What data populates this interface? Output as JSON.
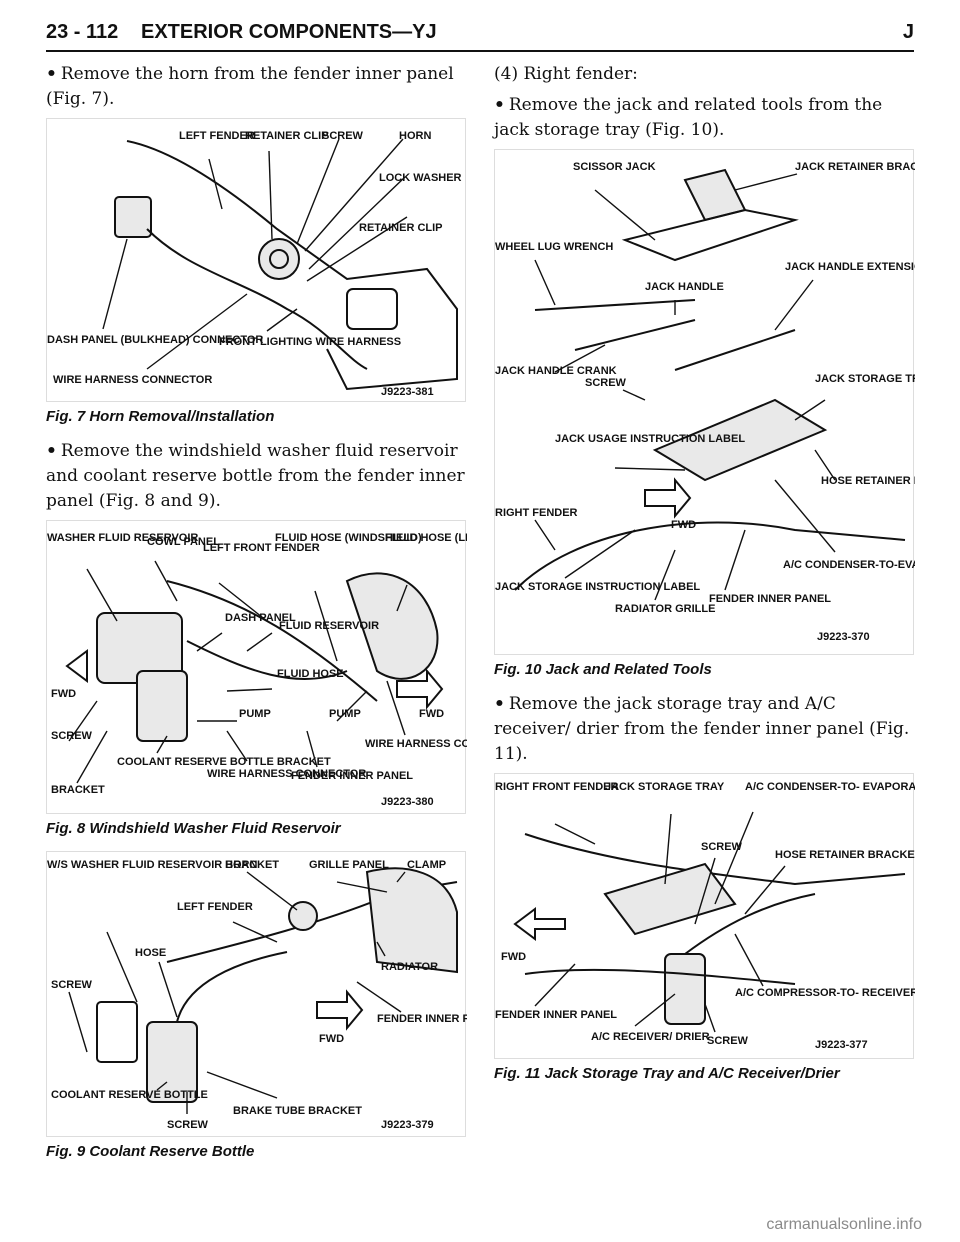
{
  "header": {
    "page_number": "23 - 112",
    "section": "EXTERIOR COMPONENTS—YJ",
    "edition": "J"
  },
  "left": {
    "p1": "Remove the horn from the fender inner panel (Fig. 7).",
    "fig7": {
      "labels": [
        "LEFT FENDER",
        "RETAINER CLIP",
        "SCREW",
        "HORN",
        "LOCK WASHER",
        "RETAINER CLIP",
        "DASH PANEL (BULKHEAD) CONNECTOR",
        "FRONT LIGHTING WIRE HARNESS",
        "WIRE HARNESS CONNECTOR"
      ],
      "code": "J9223-381",
      "caption": "Fig. 7 Horn Removal/Installation"
    },
    "p2": "Remove the windshield washer fluid reservoir and coolant reserve bottle from the fender inner panel (Fig. 8 and 9).",
    "fig8": {
      "labels": [
        "WASHER FLUID RESERVOIR",
        "COWL PANEL",
        "LEFT FRONT FENDER",
        "FLUID HOSE (WINDSHIELD)",
        "FLUID HOSE (LIFTGATE GLASS)",
        "DASH PANEL",
        "FLUID RESERVOIR",
        "FLUID HOSE",
        "FWD",
        "SCREW",
        "PUMP",
        "PUMP",
        "FWD",
        "BRACKET",
        "COOLANT RESERVE BOTTLE BRACKET",
        "WIRE HARNESS CONNECTOR",
        "FENDER INNER PANEL",
        "WIRE HARNESS CONNECTOR"
      ],
      "code": "J9223-380",
      "caption": "Fig. 8 Windshield Washer Fluid Reservoir"
    },
    "fig9": {
      "labels": [
        "W/S WASHER FLUID RESERVOIR BRACKET",
        "HORN",
        "GRILLE PANEL",
        "CLAMP",
        "LEFT FENDER",
        "HOSE",
        "RADIATOR",
        "SCREW",
        "FWD",
        "FENDER INNER PANEL",
        "COOLANT RESERVE BOTTLE",
        "SCREW",
        "BRAKE TUBE BRACKET"
      ],
      "code": "J9223-379",
      "caption": "Fig. 9 Coolant Reserve Bottle"
    }
  },
  "right": {
    "p1": "(4) Right fender:",
    "p2": "Remove the jack and related tools from the jack storage tray (Fig. 10).",
    "fig10": {
      "labels": [
        "SCISSOR JACK",
        "JACK RETAINER BRACKET",
        "WHEEL LUG WRENCH",
        "JACK HANDLE",
        "JACK HANDLE EXTENSION",
        "JACK HANDLE CRANK",
        "JACK STORAGE TRAY",
        "SCREW",
        "JACK USAGE INSTRUCTION LABEL",
        "HOSE RETAINER BRACKET SCREW",
        "RIGHT FENDER",
        "FWD",
        "A/C CONDENSER-TO-EVAPORATOR HOSE",
        "JACK STORAGE INSTRUCTION LABEL",
        "RADIATOR GRILLE",
        "FENDER INNER PANEL"
      ],
      "code": "J9223-370",
      "caption": "Fig. 10 Jack and Related Tools"
    },
    "p3": "Remove the jack storage tray and A/C receiver/ drier from the fender inner panel (Fig. 11).",
    "fig11": {
      "labels": [
        "RIGHT FRONT FENDER",
        "JACK STORAGE TRAY",
        "A/C CONDENSER-TO- EVAPORATOR HOSE",
        "SCREW",
        "HOSE RETAINER BRACKET",
        "FWD",
        "A/C COMPRESSOR-TO- RECEIVER/DRIER HOSE",
        "FENDER INNER PANEL",
        "A/C RECEIVER/ DRIER",
        "SCREW"
      ],
      "code": "J9223-377",
      "caption": "Fig. 11 Jack Storage Tray and A/C Receiver/Drier"
    }
  },
  "bullet": "•",
  "watermark": "carmanualsonline.info"
}
